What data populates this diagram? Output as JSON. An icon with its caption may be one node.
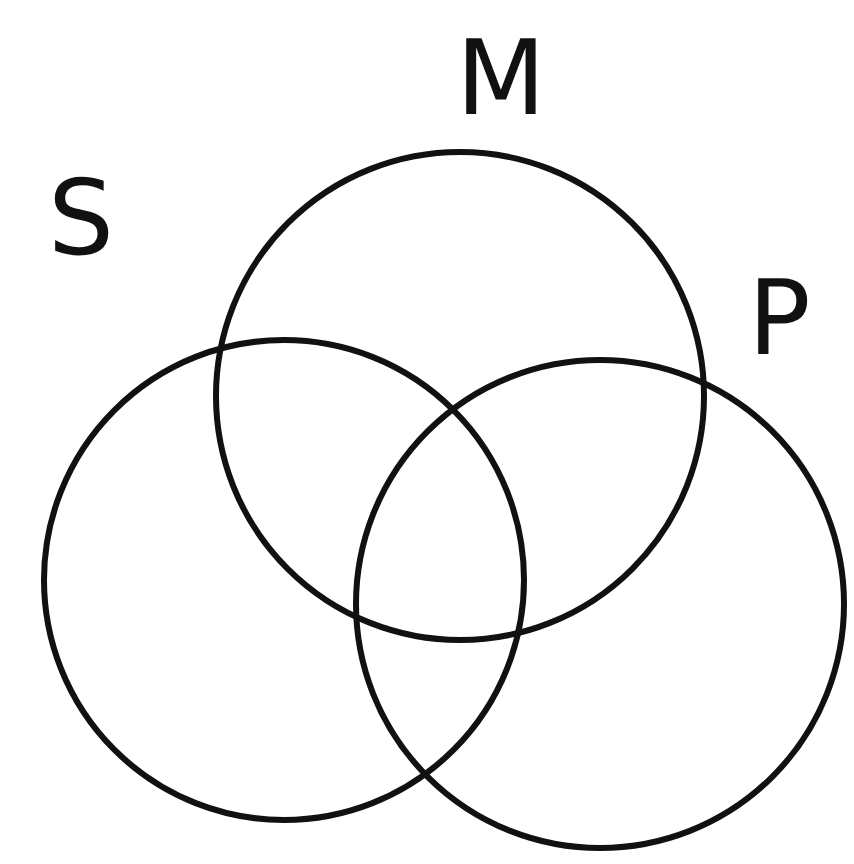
{
  "diagram": {
    "nodes": [
      {
        "text": [
          "M"
        ]
      },
      {
        "text": [
          "S"
        ]
      },
      {
        "text": [
          "P"
        ]
      }
    ]
  }
}
